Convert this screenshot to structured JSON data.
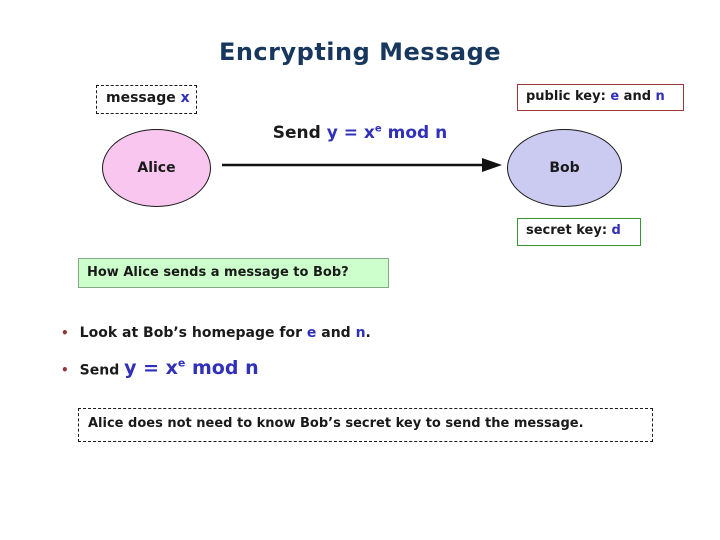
{
  "colors": {
    "title_navy": "#17375E",
    "body_text": "#1A1A1A",
    "accent_blue": "#3030B8",
    "bullet_maroon": "#943634",
    "public_key_border_maroon": "#993838",
    "secret_key_border_green": "#339933",
    "question_box_fill": "#CCFFCC",
    "alice_fill_pink": "#F8C6EE",
    "bob_fill_lavender": "#CBCBF2",
    "arrow_black": "#111111"
  },
  "slide": {
    "title": "Encrypting Message",
    "message_box": {
      "label": "message ",
      "variable": "x"
    },
    "public_key_box": {
      "label": "public key: ",
      "e": "e",
      "and": " and ",
      "n": "n"
    },
    "send_formula": {
      "send": "Send ",
      "lhs": "y = x",
      "exponent": "e",
      "rhs": " mod n"
    },
    "alice_label": "Alice",
    "bob_label": "Bob",
    "secret_key_box": {
      "label": "secret key: ",
      "d": "d"
    },
    "question_box": "How Alice sends a message to Bob?",
    "bullet1": {
      "marker": "•",
      "t1": "Look at Bob’s homepage for ",
      "e": "e",
      "t2": " and ",
      "n": "n",
      "t3": "."
    },
    "bullet2": {
      "marker": "•",
      "send": "Send ",
      "lhs": "y = x",
      "exponent": "e",
      "rhs": " mod n"
    },
    "note_box": "Alice does not need to know Bob’s secret key to send the message."
  }
}
